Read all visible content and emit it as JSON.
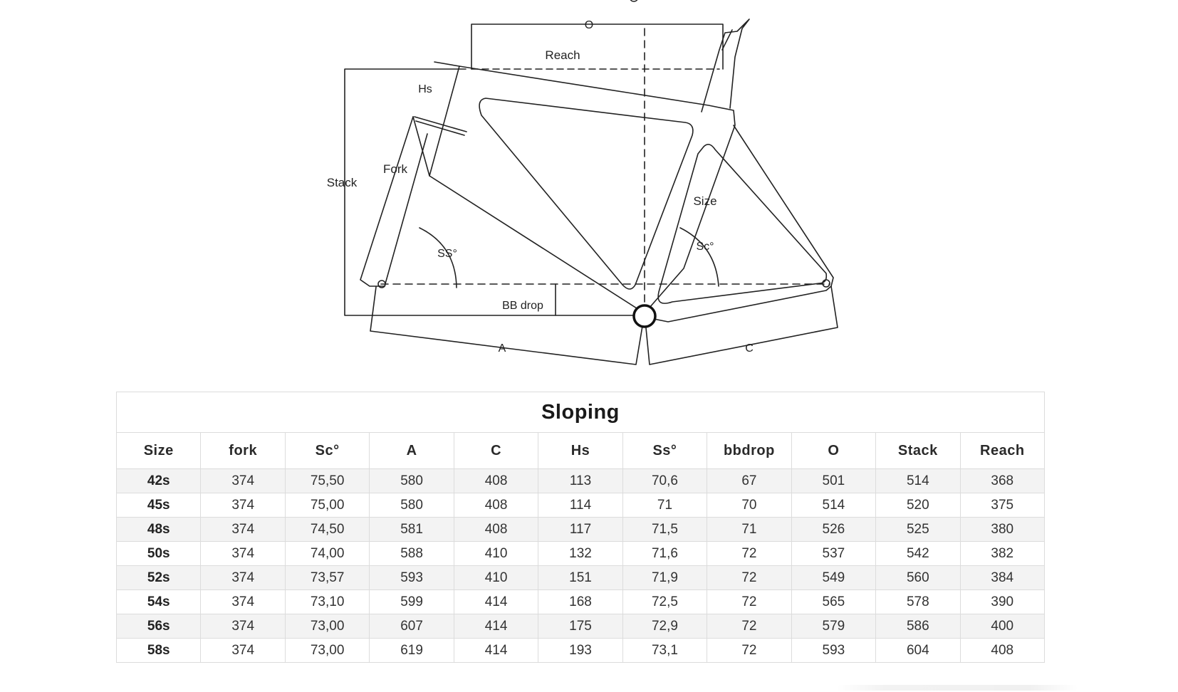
{
  "diagram": {
    "labels": {
      "o": "O",
      "reach": "Reach",
      "hs": "Hs",
      "stack": "Stack",
      "fork": "Fork",
      "size": "Size",
      "ss": "SS°",
      "sc": "Sc°",
      "bb_drop": "BB drop",
      "a": "A",
      "c": "C"
    }
  },
  "table": {
    "title": "Sloping",
    "headers": [
      "Size",
      "fork",
      "Sc°",
      "A",
      "C",
      "Hs",
      "Ss°",
      "bbdrop",
      "O",
      "Stack",
      "Reach"
    ],
    "rows": [
      [
        "42s",
        "374",
        "75,50",
        "580",
        "408",
        "113",
        "70,6",
        "67",
        "501",
        "514",
        "368"
      ],
      [
        "45s",
        "374",
        "75,00",
        "580",
        "408",
        "114",
        "71",
        "70",
        "514",
        "520",
        "375"
      ],
      [
        "48s",
        "374",
        "74,50",
        "581",
        "408",
        "117",
        "71,5",
        "71",
        "526",
        "525",
        "380"
      ],
      [
        "50s",
        "374",
        "74,00",
        "588",
        "410",
        "132",
        "71,6",
        "72",
        "537",
        "542",
        "382"
      ],
      [
        "52s",
        "374",
        "73,57",
        "593",
        "410",
        "151",
        "71,9",
        "72",
        "549",
        "560",
        "384"
      ],
      [
        "54s",
        "374",
        "73,10",
        "599",
        "414",
        "168",
        "72,5",
        "72",
        "565",
        "578",
        "390"
      ],
      [
        "56s",
        "374",
        "73,00",
        "607",
        "414",
        "175",
        "72,9",
        "72",
        "579",
        "586",
        "400"
      ],
      [
        "58s",
        "374",
        "73,00",
        "619",
        "414",
        "193",
        "73,1",
        "72",
        "593",
        "604",
        "408"
      ]
    ]
  },
  "colors": {
    "line": "#222222",
    "grid": "#dcdcdc",
    "row_alt": "#f3f3f3"
  }
}
